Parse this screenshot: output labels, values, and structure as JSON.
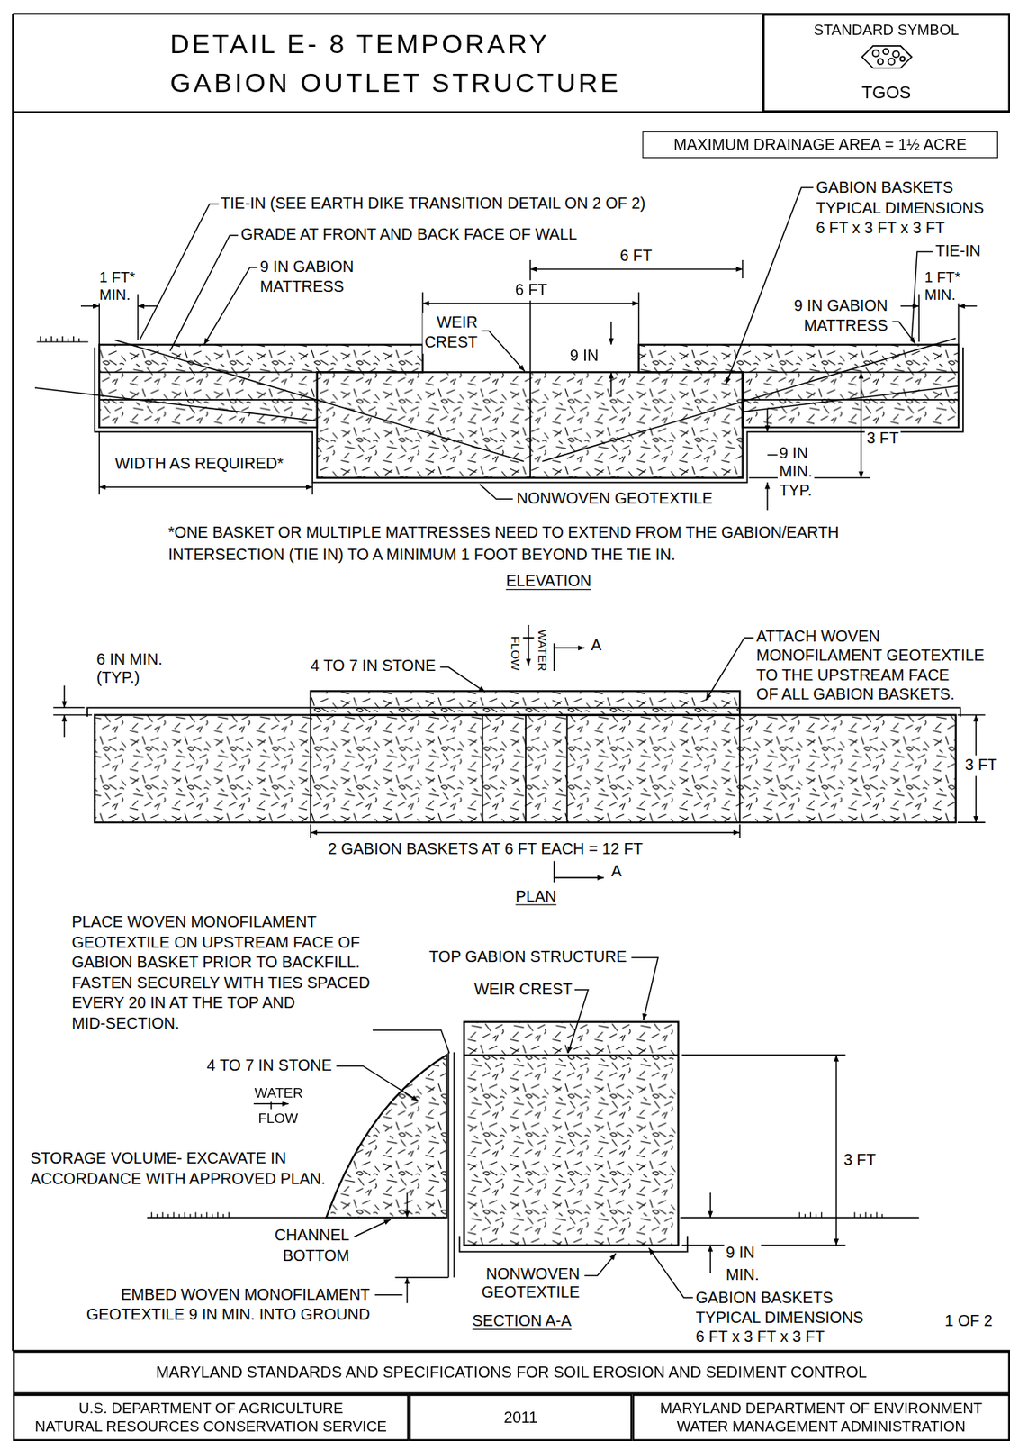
{
  "diagram": {
    "title": "DETAIL E- 8 TEMPORARY GABION OUTLET STRUCTURE",
    "nodes": [
      {
        "text": [
          "STANDARD SYMBOL",
          "TGOS"
        ]
      },
      {
        "text": [
          "MAXIMUM DRAINAGE AREA = 1½ ACRE"
        ]
      },
      {
        "text": [
          "MARYLAND STANDARDS AND SPECIFICATIONS FOR SOIL EROSION AND SEDIMENT CONTROL"
        ]
      },
      {
        "text": [
          "U.S. DEPARTMENT OF AGRICULTURE",
          "NATURAL RESOURCES CONSERVATION SERVICE"
        ]
      },
      {
        "text": [
          "2011"
        ]
      },
      {
        "text": [
          "MARYLAND DEPARTMENT OF ENVIRONMENT",
          "WATER MANAGEMENT ADMINISTRATION"
        ]
      }
    ],
    "labels": [
      "TIE-IN (SEE EARTH DIKE TRANSITION DETAIL ON 2 OF 2)",
      "GRADE AT FRONT AND BACK FACE OF WALL",
      "9 IN GABION MATTRESS",
      "1 FT* MIN.",
      "WEIR CREST",
      "6 FT",
      "6 FT",
      "9 IN",
      "GABION BASKETS TYPICAL DIMENSIONS 6 FT x 3 FT x 3 FT",
      "TIE-IN",
      "1 FT* MIN.",
      "9 IN GABION MATTRESS",
      "3 FT",
      "WIDTH AS REQUIRED*",
      "9 IN MIN. TYP.",
      "NONWOVEN GEOTEXTILE",
      "*ONE BASKET OR MULTIPLE MATTRESSES NEED TO EXTEND FROM THE GABION/EARTH INTERSECTION (TIE IN) TO A MINIMUM 1 FOOT BEYOND THE TIE IN.",
      "ELEVATION",
      "6 IN MIN. (TYP.)",
      "4 TO 7 IN STONE",
      "WATER",
      "FLOW",
      "A",
      "A",
      "ATTACH WOVEN MONOFILAMENT GEOTEXTILE TO THE UPSTREAM FACE OF ALL GABION BASKETS.",
      "3 FT",
      "2 GABION BASKETS AT 6 FT EACH = 12 FT",
      "PLAN",
      "PLACE WOVEN MONOFILAMENT GEOTEXTILE ON UPSTREAM FACE OF GABION BASKET PRIOR TO BACKFILL. FASTEN SECURELY WITH TIES SPACED EVERY 20 IN AT THE TOP AND MID-SECTION.",
      "TOP GABION STRUCTURE",
      "WEIR CREST",
      "4 TO 7 IN STONE",
      "WATER",
      "FLOW",
      "STORAGE VOLUME- EXCAVATE IN ACCORDANCE WITH APPROVED PLAN.",
      "3 FT",
      "CHANNEL BOTTOM",
      "9 IN MIN.",
      "EMBED WOVEN MONOFILAMENT GEOTEXTILE 9 IN MIN. INTO GROUND",
      "NONWOVEN GEOTEXTILE",
      "SECTION A-A",
      "GABION BASKETS TYPICAL DIMENSIONS 6 FT x 3 FT x 3 FT",
      "1 OF 2"
    ]
  }
}
